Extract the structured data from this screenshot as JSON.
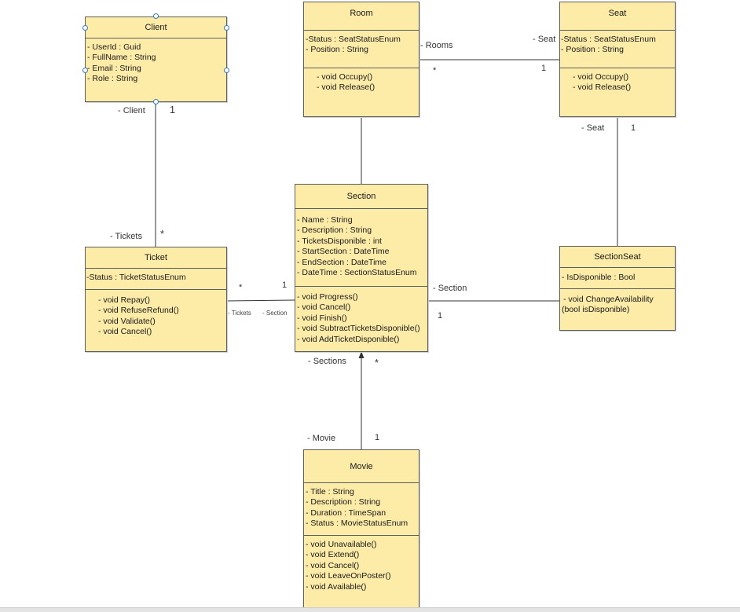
{
  "diagram": {
    "classes": {
      "client": {
        "name": "Client",
        "attributes": [
          "- UserId : Guid",
          "- FullName : String",
          "- Email : String",
          "-  Role : String"
        ],
        "operations": []
      },
      "room": {
        "name": "Room",
        "attributes": [
          "-Status : SeatStatusEnum",
          "- Position : String"
        ],
        "operations": [
          "- void Occupy()",
          "- void Release()"
        ]
      },
      "seat": {
        "name": "Seat",
        "attributes": [
          "-Status : SeatStatusEnum",
          "- Position : String"
        ],
        "operations": [
          "- void Occupy()",
          "- void Release()"
        ]
      },
      "section": {
        "name": "Section",
        "attributes": [
          "- Name : String",
          "- Description : String",
          "- TicketsDisponible : int",
          "- StartSection : DateTime",
          "- EndSection : DateTime",
          "- DateTime : SectionStatusEnum"
        ],
        "operations": [
          "- void Progress()",
          "- void Cancel()",
          "- void Finish()",
          "- void SubtractTicketsDisponible()",
          "- void AddTicketDisponible()"
        ]
      },
      "ticket": {
        "name": "Ticket",
        "attributes": [
          "-Status : TicketStatusEnum"
        ],
        "operations": [
          "- void Repay()",
          "- void RefuseRefund()",
          "- void Validate()",
          "- void Cancel()"
        ]
      },
      "sectionseat": {
        "name": "SectionSeat",
        "attributes": [
          "- IsDisponible : Bool"
        ],
        "operations": [
          "-  void ChangeAvailability",
          "(bool isDisponible)"
        ]
      },
      "movie": {
        "name": "Movie",
        "attributes": [
          "- Title : String",
          "- Description : String",
          "- Duration : TimeSpan",
          "- Status : MovieStatusEnum"
        ],
        "operations": [
          "- void Unavailable()",
          "- void Extend()",
          "- void Cancel()",
          "- void LeaveOnPoster()",
          "- void Available()"
        ]
      }
    },
    "labels": {
      "rooms": "- Rooms",
      "room_mult": "*",
      "seat_role": "- Seat",
      "seat_mult": "1",
      "client_role": "- Client",
      "client_mult": "1",
      "tickets_role": "- Tickets",
      "tickets_mult": "*",
      "seat_role2": "- Seat",
      "seat_mult2": "1",
      "ticket_star": "*",
      "ticket_one": "1",
      "tickets_small": "- Tickets",
      "section_small": "- Section",
      "section_role": "- Section",
      "section_mult": "1",
      "sections_role": "- Sections",
      "sections_mult": "*",
      "movie_role": "- Movie",
      "movie_mult": "1"
    }
  },
  "colors": {
    "class_fill": "#fdeba8",
    "class_border": "#5e5e5e",
    "handle_border": "#3b78c0"
  }
}
